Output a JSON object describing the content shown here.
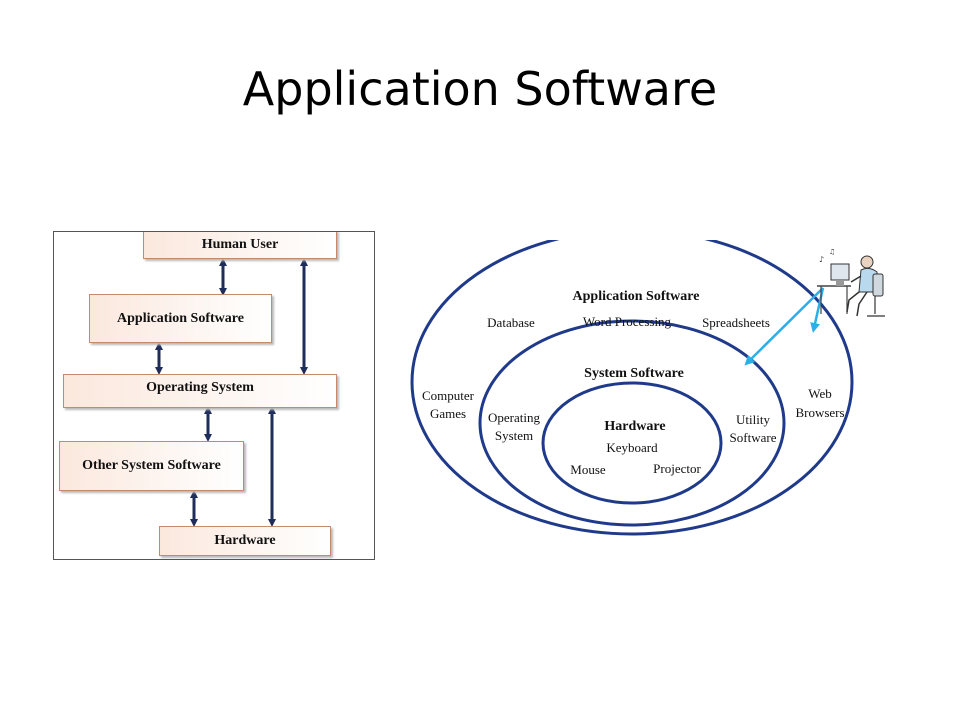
{
  "title": "Application Software",
  "left_diagram": {
    "layers": [
      {
        "id": "human-user",
        "label": "Human User"
      },
      {
        "id": "application-software",
        "label": "Application Software"
      },
      {
        "id": "operating-system",
        "label": "Operating System"
      },
      {
        "id": "other-system-software",
        "label": "Other System Software"
      },
      {
        "id": "hardware",
        "label": "Hardware"
      }
    ]
  },
  "right_diagram": {
    "outer": {
      "title": "Application Software",
      "items": [
        "Database",
        "Word Processing",
        "Spreadsheets"
      ],
      "computer_games": [
        "Computer",
        "Games"
      ],
      "web_browsers": [
        "Web",
        "Browsers"
      ]
    },
    "middle": {
      "title": "System Software",
      "operating_system": [
        "Operating",
        "System"
      ],
      "utility_software": [
        "Utility",
        "Software"
      ]
    },
    "inner": {
      "title": "Hardware",
      "items": [
        "Keyboard",
        "Mouse",
        "Projector"
      ]
    },
    "colors": {
      "ellipse": "#1f3a8a",
      "arrow": "#2ab0e8",
      "left_arrow": "#1f2d5a"
    }
  }
}
